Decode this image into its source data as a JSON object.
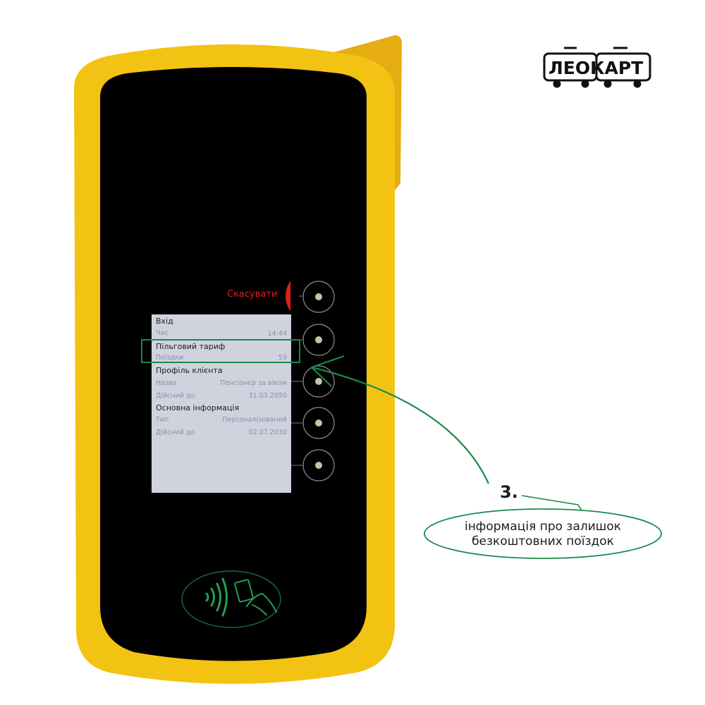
{
  "logo": {
    "text_left": "ЛЕО",
    "text_right": "КАРТ"
  },
  "terminal": {
    "cancel_label": "Скасувати",
    "screen": {
      "section_entry": "Вхід",
      "time_label": "Час",
      "time_value": "14:44",
      "section_tariff": "Пільговий тариф",
      "trips_label": "Поїздки",
      "trips_value": "59",
      "section_profile": "Профіль клієнта",
      "name_label": "Назва",
      "name_value": "Пенсіонер за віком",
      "profile_valid_label": "Дійсний до",
      "profile_valid_value": "31.03.2050",
      "section_basic": "Основна інформація",
      "type_label": "Тип",
      "type_value": "Персоналізований",
      "basic_valid_label": "Дійсний до",
      "basic_valid_value": "02.07.2030"
    },
    "side_buttons": [
      "button",
      "button",
      "button",
      "button",
      "button"
    ],
    "nfc_icon": "contactless-card-icon"
  },
  "annotation": {
    "step": "3.",
    "line1": "інформація про залишок",
    "line2": "безкоштовних поїздок"
  },
  "colors": {
    "housing": "#f3c313",
    "housing_dark": "#e6ad12",
    "panel": "#000000",
    "screen": "#cfd3de",
    "cancel": "#e02020",
    "annotation": "#1a8a4a"
  }
}
